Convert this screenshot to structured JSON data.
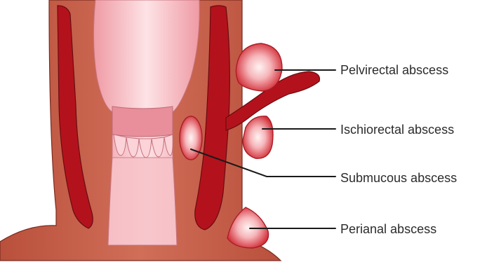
{
  "labels": {
    "pelvirectal": "Pelvirectal abscess",
    "ischiorectal": "Ischiorectal abscess",
    "submucous": "Submucous abscess",
    "perianal": "Perianal abscess"
  },
  "colors": {
    "muscle_wall": "#c8614c",
    "muscle_dark": "#8a2e22",
    "vessel_red": "#b3121c",
    "mucosa_pink": "#f2a6ae",
    "lumen_light": "#fbe1e4",
    "abscess_red": "#d7313a",
    "abscess_center": "#fde4e4",
    "leader_line": "#1a1a1a"
  }
}
